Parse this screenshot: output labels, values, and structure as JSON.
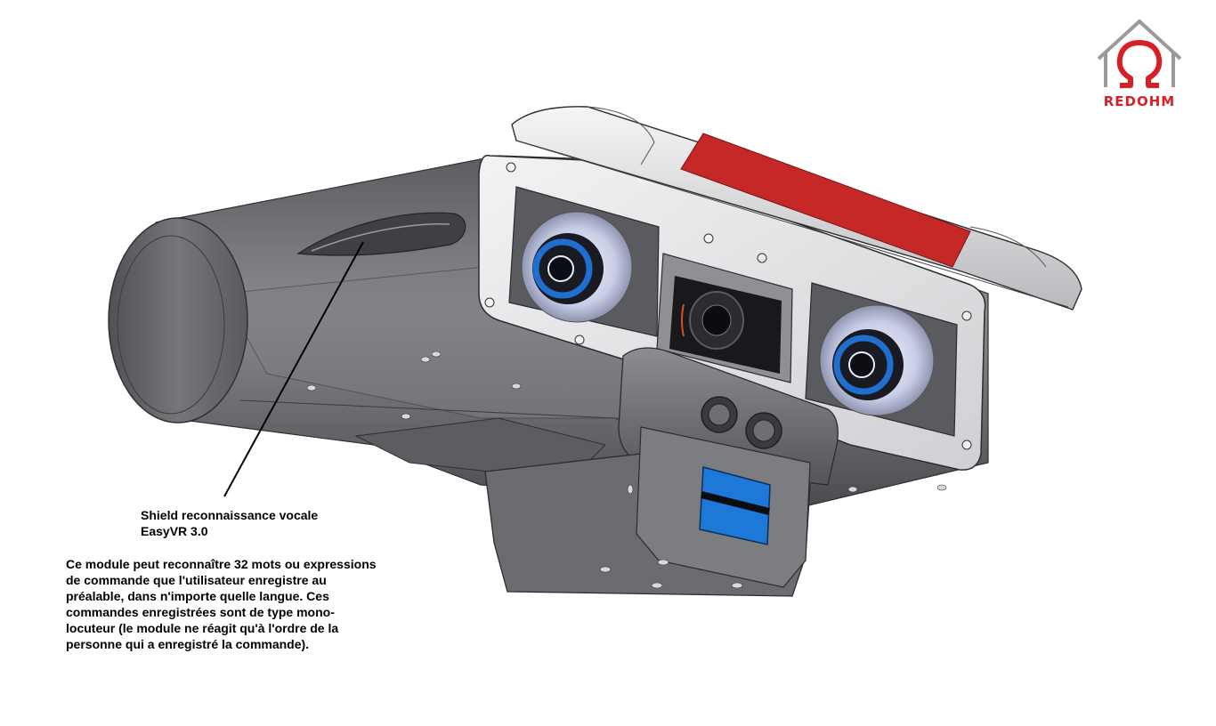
{
  "annotation": {
    "title_lines": [
      "Shield reconnaissance vocale",
      "EasyVR 3.0"
    ],
    "description_lines": [
      "Ce module peut reconnaître 32 mots ou expressions",
      "de commande que l'utilisateur enregistre au",
      "préalable, dans n'importe quelle langue. Ces",
      "commandes enregistrées sont de type mono-",
      "locuteur (le module ne réagit qu'à l'ordre de la",
      "personne qui a enregistré la commande)."
    ]
  },
  "logo": {
    "text": "REDOHM",
    "color": "#d81f26",
    "house_color": "#9a9a9a"
  },
  "colors": {
    "body": "#6a6b6e",
    "body_dark": "#4a4b4e",
    "frame": "#e6e6e8",
    "accent_red": "#c62828",
    "eye_blue": "#1f6fd1",
    "screen_blue": "#1e78d8"
  }
}
